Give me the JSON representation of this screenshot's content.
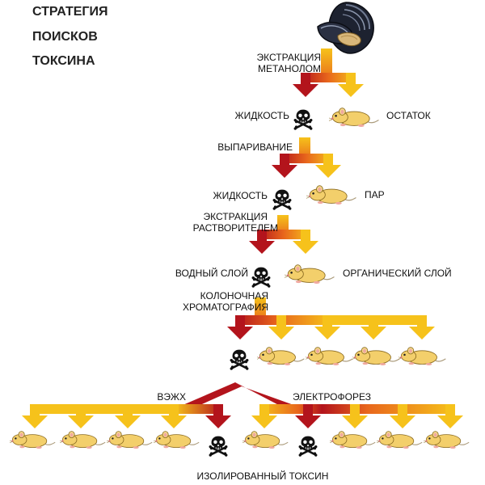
{
  "title": {
    "line1": "СТРАТЕГИЯ",
    "line2": "ПОИСКОВ",
    "line3": "ТОКСИНА"
  },
  "steps": {
    "extraction_methanol": [
      "ЭКСТРАКЦИЯ",
      "МЕТАНОЛОМ"
    ],
    "evaporation": "ВЫПАРИВАНИЕ",
    "extraction_solvent": [
      "ЭКСТРАКЦИЯ",
      "РАСТВОРИТЕЛЕМ"
    ],
    "column_chromatography": [
      "КОЛОНОЧНАЯ",
      "ХРОМАТОГРАФИЯ"
    ],
    "hplc": "ВЭЖХ",
    "electrophoresis": "ЭЛЕКТРОФОРЕЗ"
  },
  "fractions": {
    "liquid_1": "ЖИДКОСТЬ",
    "residue": "ОСТАТОК",
    "liquid_2": "ЖИДКОСТЬ",
    "vapor": "ПАР",
    "aqueous_layer": "ВОДНЫЙ СЛОЙ",
    "organic_layer": "ОРГАНИЧЕСКИЙ СЛОЙ"
  },
  "result": "ИЗОЛИРОВАННЫЙ ТОКСИН",
  "icons": {
    "source": "mussel-icon",
    "toxic": "skull-crossbones-icon",
    "nontoxic": "mouse-icon"
  },
  "colors": {
    "toxic_arrow": "#b3141c",
    "mid_arrow": "#e8661c",
    "nontoxic_arrow": "#f6c21b",
    "mouse": "#f3cf6b",
    "skull": "#111111"
  }
}
